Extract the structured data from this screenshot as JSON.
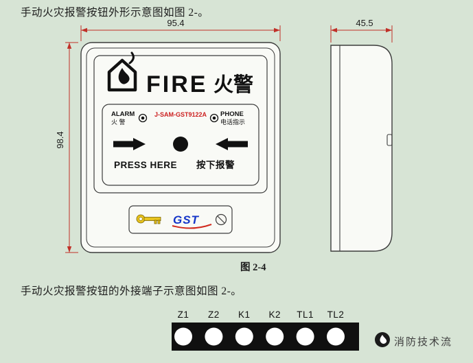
{
  "page": {
    "bg_color": "#d7e4d5",
    "intro_text_1": "手动火灾报警按钮外形示意图如图 2-。",
    "intro_text_2": "手动火灾报警按钮的外接端子示意图如图 2-。",
    "figure_caption": "图 2-4"
  },
  "front_view": {
    "dim_width": "95.4",
    "dim_height": "98.4",
    "fire_en": "FIRE",
    "fire_cn": "火警",
    "alarm_en": "ALARM",
    "alarm_cn": "火 警",
    "model": "J-SAM-GST9122A",
    "phone_en": "PHONE",
    "phone_cn": "电话指示",
    "press_en": "PRESS HERE",
    "press_cn": "按下报警",
    "brand": "GST"
  },
  "side_view": {
    "dim_depth": "45.5"
  },
  "terminals": {
    "labels": [
      "Z1",
      "Z2",
      "K1",
      "K2",
      "TL1",
      "TL2"
    ]
  },
  "watermark": {
    "text": "消防技术流"
  },
  "colors": {
    "background": "#d7e4d5",
    "dimension_line": "#c03028",
    "model_text": "#cc2020",
    "brand_blue": "#1535c8",
    "key_yellow": "#e8c31e",
    "terminal_strip": "#101010"
  }
}
